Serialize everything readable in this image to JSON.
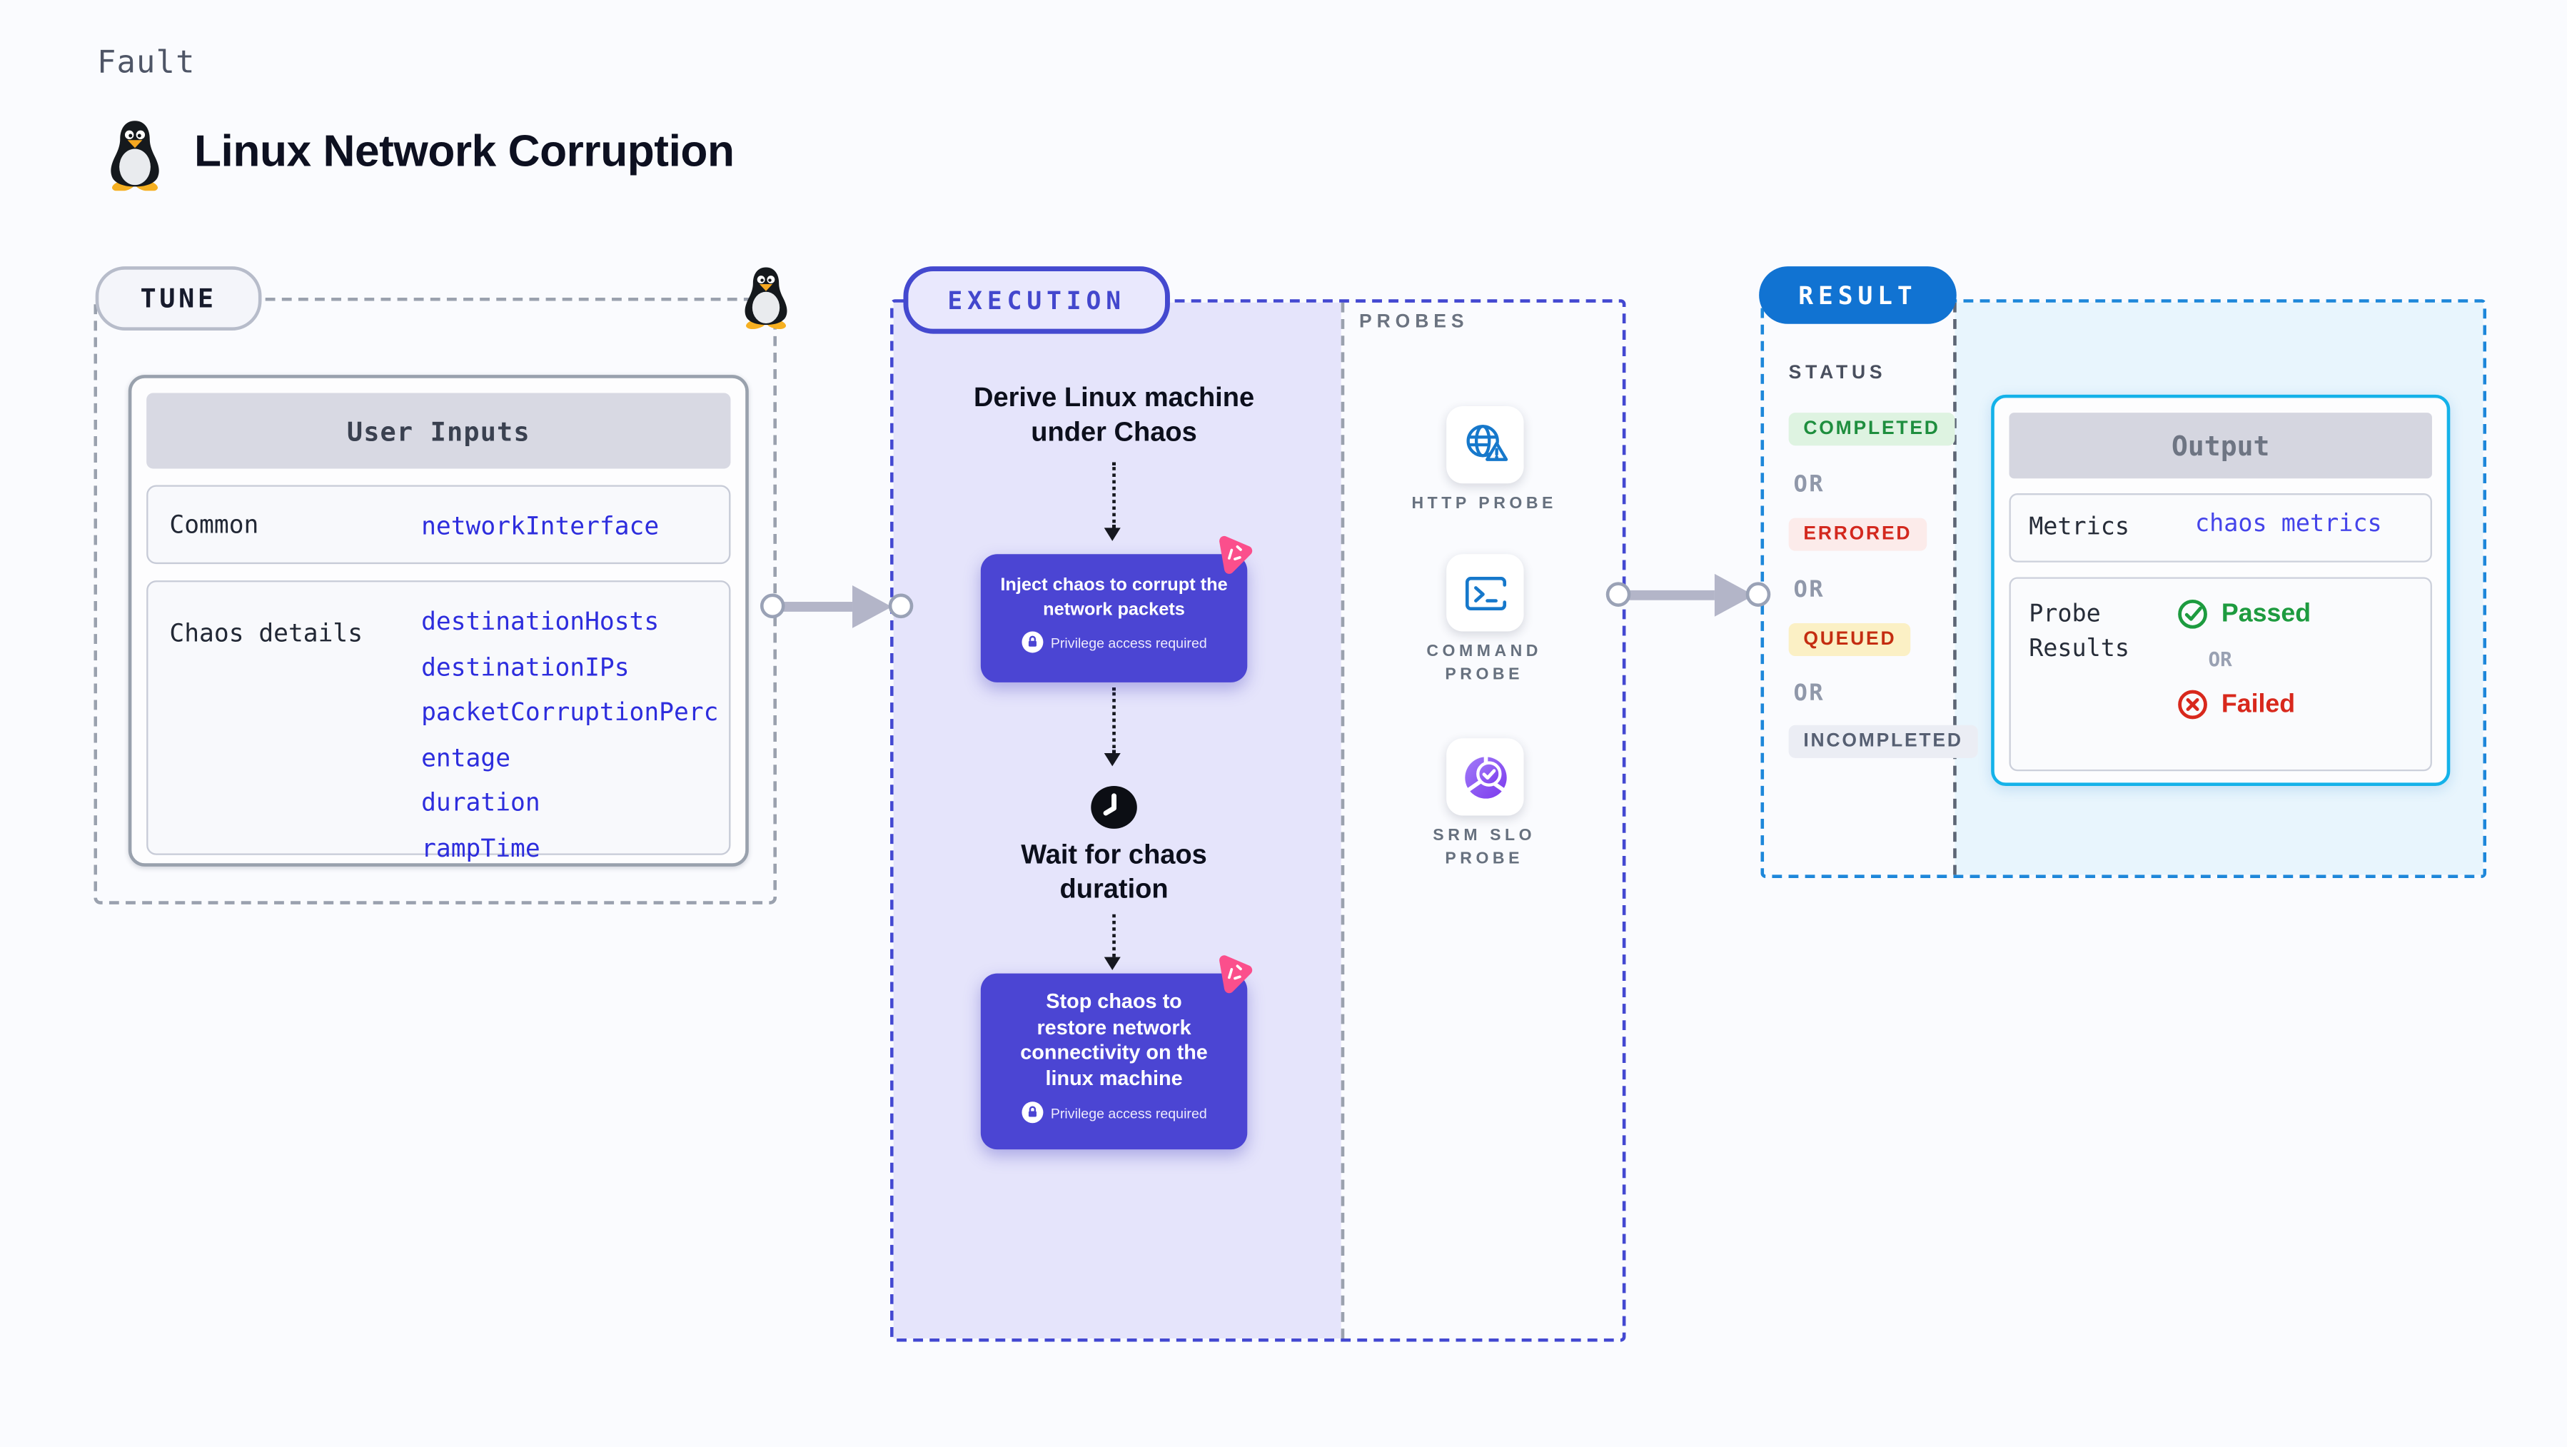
{
  "colors": {
    "page_bg": "#fafbfe",
    "execution_fill": "#e5e4fb",
    "chaos_card": "#4b45d3",
    "chaos_logo_pink": "#fb4f8c",
    "tune_border": "#9aa1ae",
    "execution_border": "#4348d1",
    "result_border": "#1d87da",
    "result_badge_bg": "#1173d2",
    "result_panel_bg": "#e8f5fd",
    "output_border": "#14b2e9",
    "code_blue": "#2d2ddd",
    "passed_green": "#1d9b3f",
    "failed_red": "#d8281c",
    "probe_icon_blue": "#1678cb",
    "slo_purple": "#8b5cf6"
  },
  "header": {
    "kicker": "Fault",
    "title": "Linux Network Corruption"
  },
  "tune": {
    "badge": "TUNE",
    "table": {
      "title": "User Inputs",
      "rows": [
        {
          "label": "Common",
          "values": [
            "networkInterface"
          ]
        },
        {
          "label": "Chaos details",
          "values": [
            "destinationHosts",
            "destinationIPs",
            "packetCorruptionPercentage",
            "duration",
            "rampTime"
          ]
        }
      ]
    }
  },
  "execution": {
    "badge": "EXECUTION",
    "derive_label": "Derive Linux machine\nunder Chaos",
    "inject_card": {
      "title": "Inject chaos to corrupt the\nnetwork packets",
      "note": "Privilege access required"
    },
    "wait_label": "Wait for chaos\nduration",
    "stop_card": {
      "title": "Stop chaos to\nrestore network\nconnectivity on the\nlinux machine",
      "note": "Privilege access required"
    }
  },
  "probes": {
    "title": "PROBES",
    "items": [
      {
        "icon": "globe-warning-icon",
        "label": "HTTP PROBE"
      },
      {
        "icon": "terminal-icon",
        "label": "COMMAND\nPROBE"
      },
      {
        "icon": "pie-slo-icon",
        "label": "SRM SLO\nPROBE"
      }
    ]
  },
  "result": {
    "badge": "RESULT",
    "status_title": "STATUS",
    "or_label": "OR",
    "statuses": [
      {
        "label": "COMPLETED",
        "style": "color:#1e8e3e;background:#def3e1;"
      },
      {
        "label": "ERRORED",
        "style": "color:#d3281e;background:#fcebea;"
      },
      {
        "label": "QUEUED",
        "style": "color:#c42d11;background:#fbf0c5;"
      },
      {
        "label": "INCOMPLETED",
        "style": "color:#565f72;background:#ebedf4;"
      }
    ],
    "output": {
      "title": "Output",
      "metrics_label": "Metrics",
      "metrics_value": "chaos metrics",
      "probe_results_label": "Probe\nResults",
      "passed": "Passed",
      "or": "OR",
      "failed": "Failed"
    }
  }
}
